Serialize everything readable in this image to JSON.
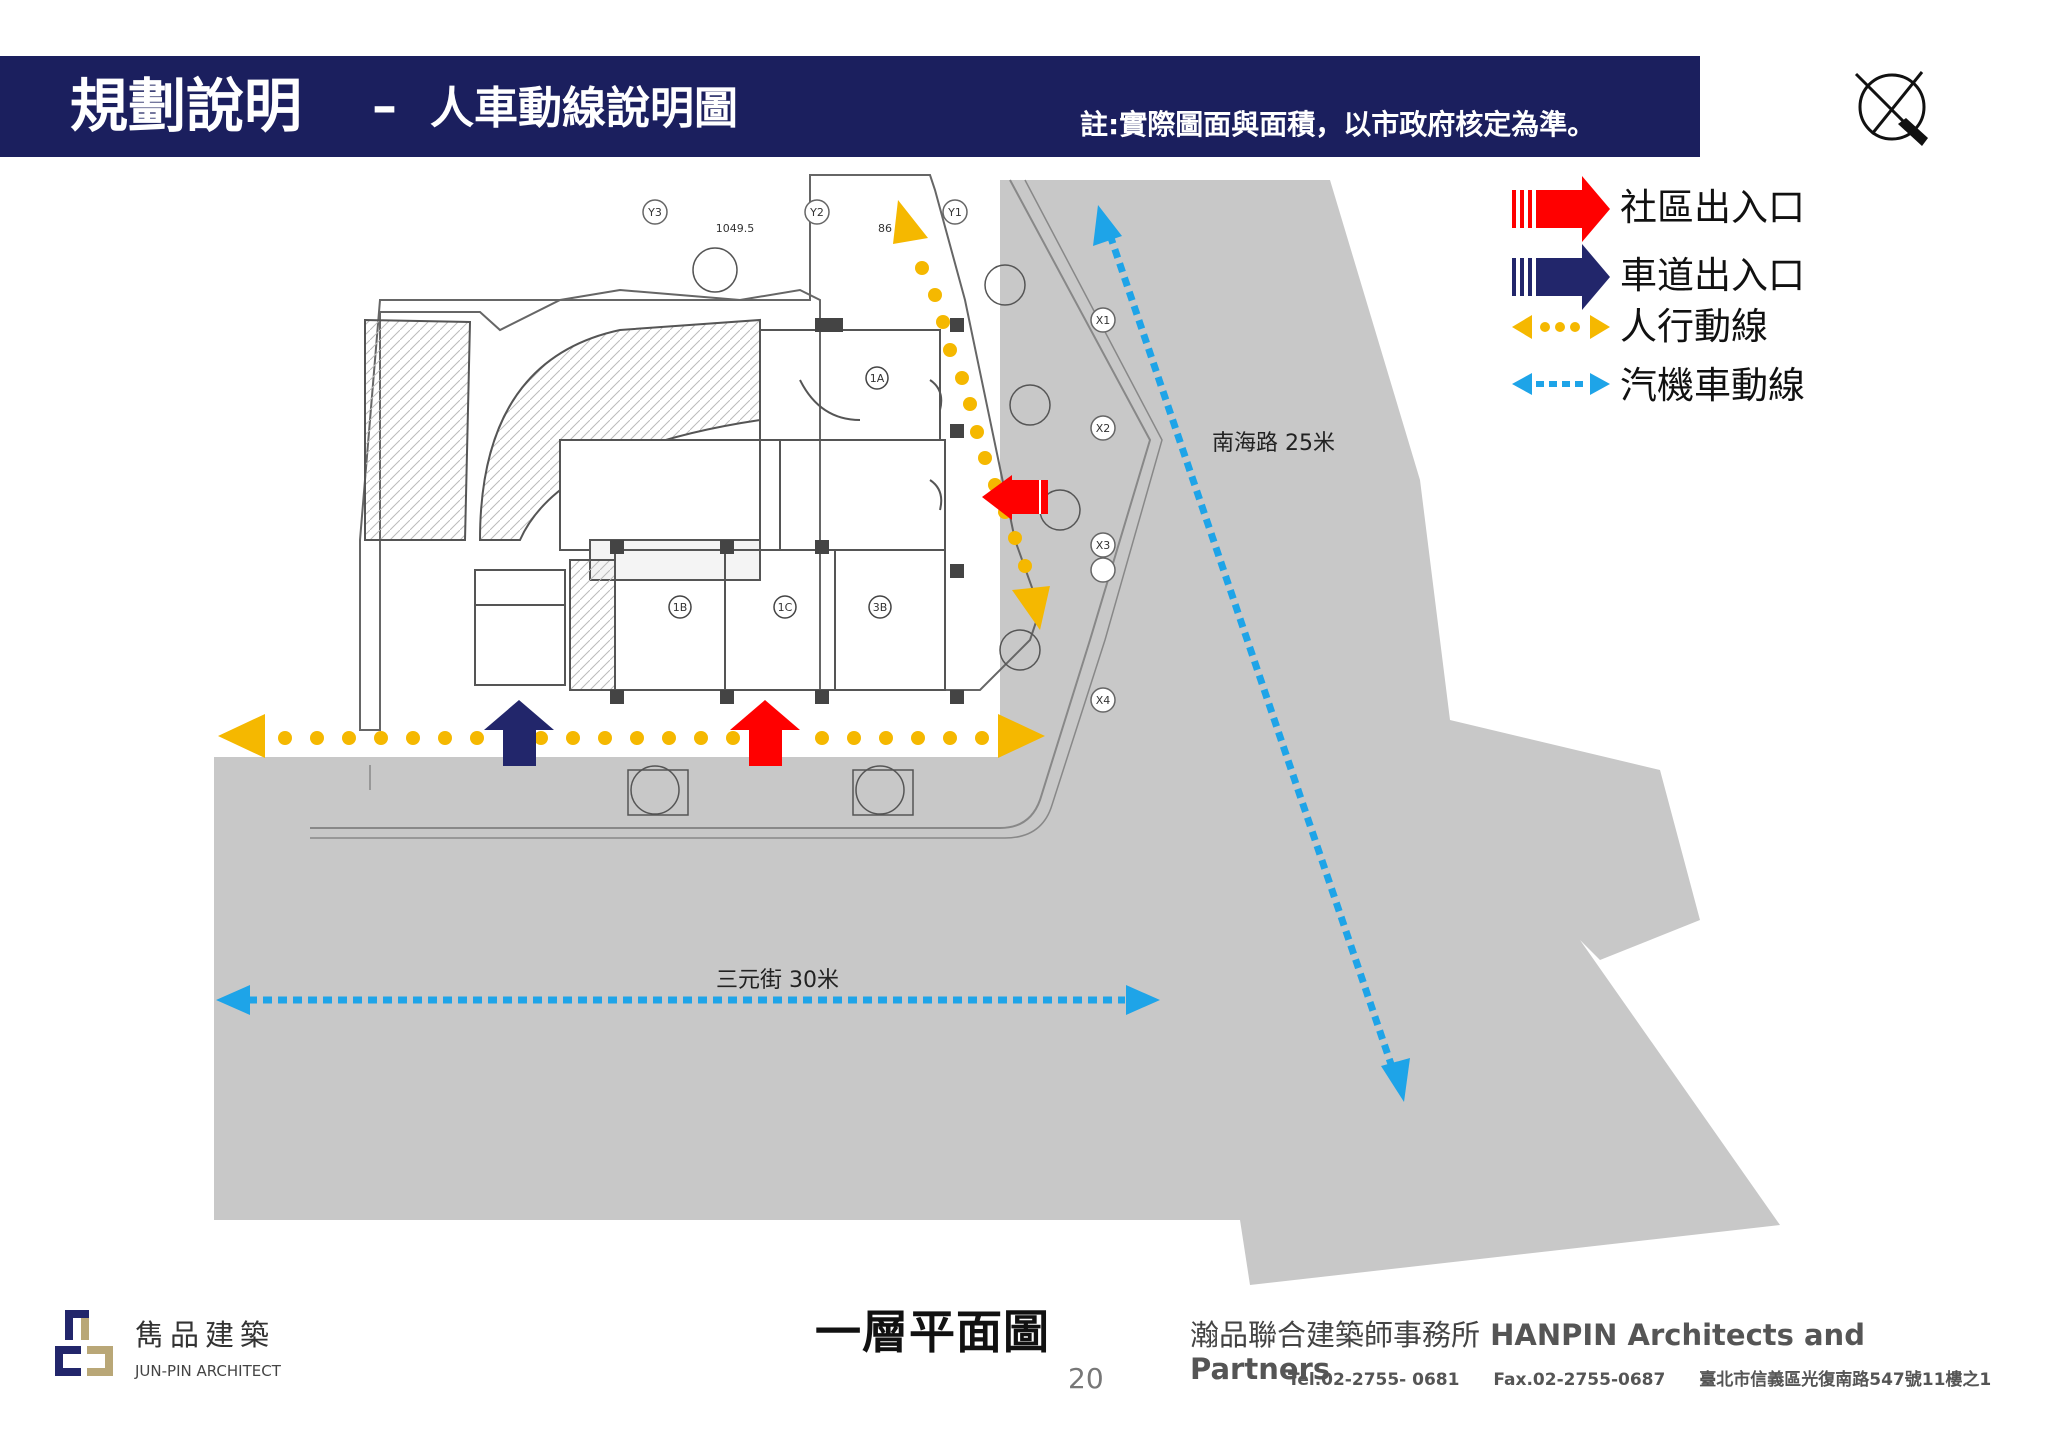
{
  "header": {
    "title_main": "規劃說明",
    "title_dash": "–",
    "title_sub": "人車動線說明圖",
    "note": "註:實際圖面與面積，以市政府核定為準。"
  },
  "legend": {
    "items": [
      {
        "label": "社區出入口",
        "icon": "red-arrow-icon",
        "color": "#ff0000"
      },
      {
        "label": "車道出入口",
        "icon": "navy-arrow-icon",
        "color": "#22266b"
      },
      {
        "label": "人行動線",
        "icon": "yellow-dotted-arrow-icon",
        "color": "#f5b800"
      },
      {
        "label": "汽機車動線",
        "icon": "blue-dotted-arrow-icon",
        "color": "#1ea4e8"
      }
    ]
  },
  "roads": {
    "nanhai": "南海路 25米",
    "sanyuan": "三元街 30米"
  },
  "plan": {
    "units": [
      "1A",
      "1B",
      "1C",
      "3B"
    ],
    "grid_axes": [
      "Y3",
      "Y2",
      "Y1",
      "X1",
      "X2",
      "X3",
      "X4"
    ],
    "dimensions": [
      "1049.5",
      "86"
    ]
  },
  "footer": {
    "floor_title": "一層平面圖",
    "page_number": "20",
    "logo_cn": "雋品建築",
    "logo_en": "JUN-PIN ARCHITECT",
    "firm_cn": "瀚品聯合建築師事務所",
    "firm_en": "HANPIN Architects and Partners",
    "tel": "Tel.02-2755- 0681",
    "fax": "Fax.02-2755-0687",
    "address": "臺北市信義區光復南路547號11樓之1"
  },
  "colors": {
    "title_bar": "#1b1f5e",
    "road": "#c8c8c8",
    "community_entrance": "#ff0000",
    "driveway_entrance": "#22266b",
    "pedestrian": "#f5b800",
    "vehicle": "#1ea4e8"
  }
}
